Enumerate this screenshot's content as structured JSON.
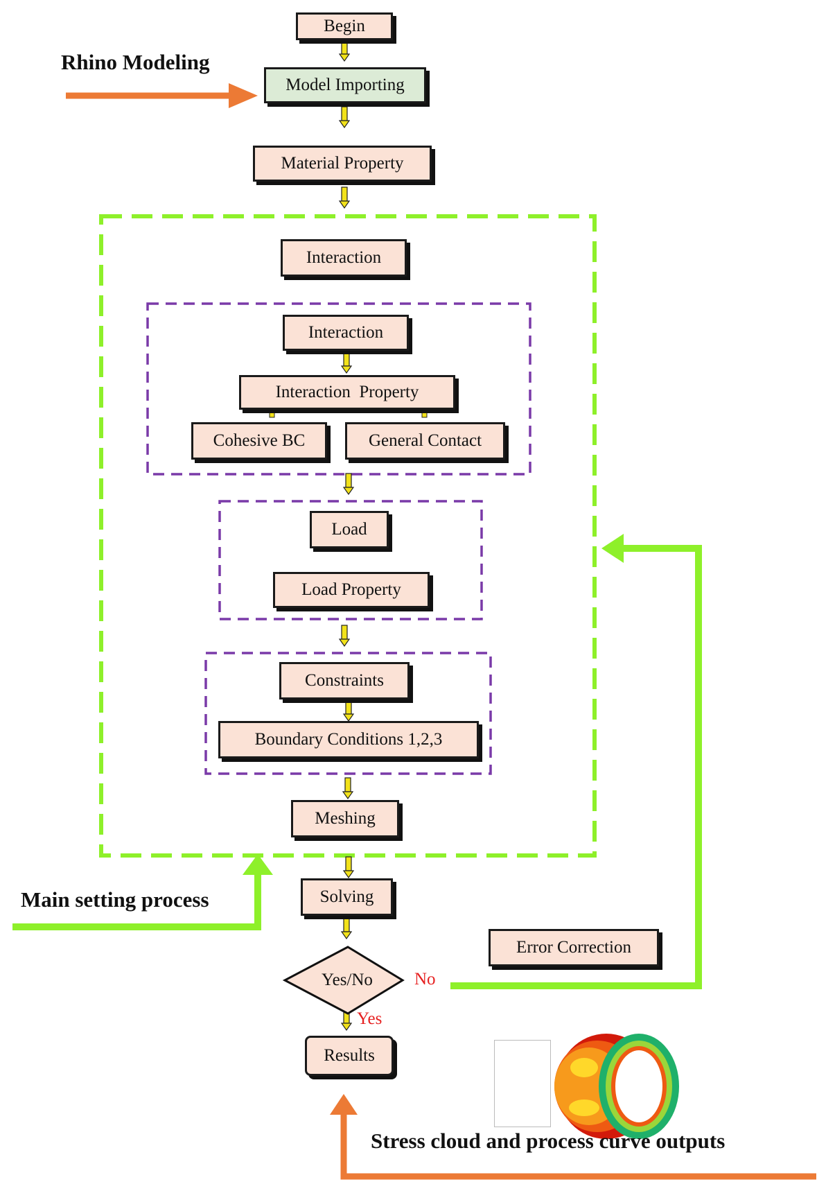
{
  "nodes": {
    "begin": "Begin",
    "model_importing": "Model Importing",
    "material_property": "Material Property",
    "interaction_outer": "Interaction",
    "interaction_inner": "Interaction",
    "interaction_property": "Interaction  Property",
    "cohesive_bc": "Cohesive BC",
    "general_contact": "General Contact",
    "load": "Load",
    "load_property": "Load Property",
    "constraints": "Constraints",
    "boundary_conditions": "Boundary Conditions 1,2,3",
    "meshing": "Meshing",
    "solving": "Solving",
    "decision": "Yes/No",
    "results": "Results",
    "error_correction": "Error Correction"
  },
  "labels": {
    "rhino_modeling": "Rhino Modeling",
    "main_setting_process": "Main setting process",
    "stress_output": "Stress cloud and process curve outputs",
    "no": "No",
    "yes": "Yes"
  },
  "colors": {
    "node_fill": "#fbe2d6",
    "model_fill": "#dcebd6",
    "green_dash": "#8ef02a",
    "purple_dash": "#7a3aa8",
    "orange_arrow": "#ec7a35",
    "yellow_arrow": "#f2e21a",
    "red_text": "#e62020"
  }
}
